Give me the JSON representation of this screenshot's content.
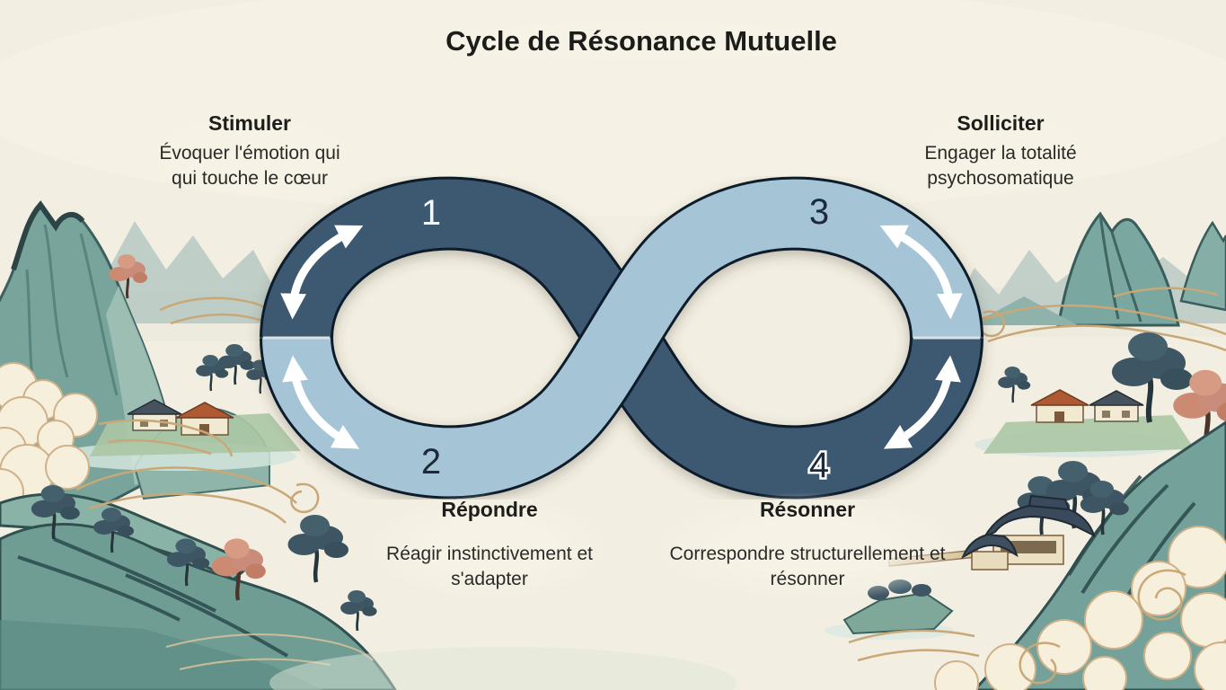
{
  "title": "Cycle de Résonance Mutuelle",
  "steps": [
    {
      "number": "1",
      "name": "Stimuler",
      "description": "Évoquer l'émotion qui\nqui touche le cœur"
    },
    {
      "number": "2",
      "name": "Répondre",
      "description": "Réagir instinctivement et\ns'adapter"
    },
    {
      "number": "3",
      "name": "Solliciter",
      "description": "Engager la totalité\npsychosomatique"
    },
    {
      "number": "4",
      "name": "Résonner",
      "description": "Correspondre structurellement et\nrésonner"
    }
  ],
  "colors": {
    "background": "#F2EEE1",
    "band_dark": "#3C5871",
    "band_light": "#A5C4D6",
    "band_outline": "#101F2B",
    "number_dark": "#1C2B3B",
    "number_light": "#F4F8FA",
    "arrow": "#FFFFFF",
    "cloud_line": "#C9A877",
    "mountain_teal": "#78A49C"
  }
}
